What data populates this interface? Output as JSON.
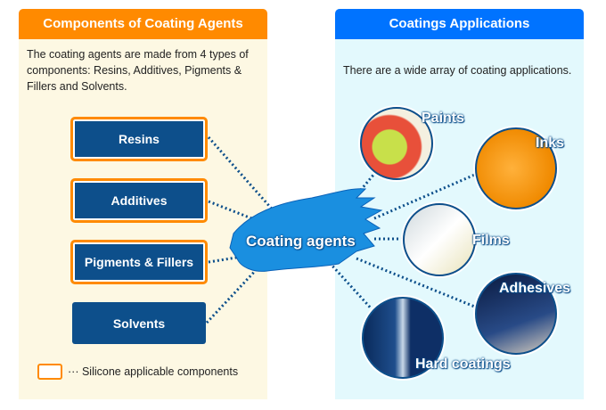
{
  "left_panel": {
    "title": "Components of Coating Agents",
    "description": "The coating agents are made from 4 types of components: Resins, Additives, Pigments & Fillers and Solvents.",
    "components": [
      {
        "label": "Resins",
        "silicone": true
      },
      {
        "label": "Additives",
        "silicone": true
      },
      {
        "label": "Pigments & Fillers",
        "silicone": true
      },
      {
        "label": "Solvents",
        "silicone": false
      }
    ],
    "legend": "··· Silicone applicable components"
  },
  "center": {
    "label": "Coating agents"
  },
  "right_panel": {
    "title": "Coatings Applications",
    "description": "There are a wide array of coating applications.",
    "applications": [
      "Paints",
      "Inks",
      "Films",
      "Adhesives",
      "Hard coatings"
    ]
  },
  "colors": {
    "orange": "#ff8a00",
    "blue": "#0073ff",
    "navy": "#0d4f8b"
  }
}
